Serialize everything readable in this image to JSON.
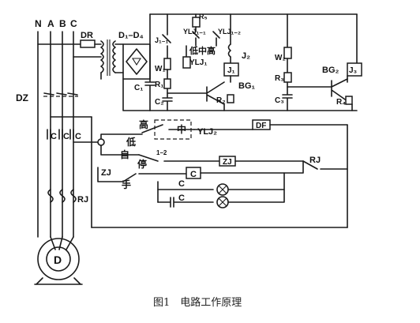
{
  "caption": "图1　电路工作原理",
  "labels": {
    "N": "N",
    "A": "A",
    "B": "B",
    "C": "C",
    "DR": "DR",
    "D1_D4": "D₁–D₄",
    "DZ": "DZ",
    "C1": "C₁",
    "C2": "C₂",
    "C3": "C₃",
    "W1": "W₁",
    "W2": "W₂",
    "R1": "R₁",
    "R2": "R₂",
    "R3": "R₃",
    "R4": "R₄",
    "R5": "R₅",
    "J1_1": "J₁₋₁",
    "J1": "J₁",
    "J2": "J₂",
    "J3": "J₃",
    "YLJ1_1": "YLJ₁₋₁",
    "YLJ1_2": "YLJ₁₋₂",
    "YLJ1": "YLJ₁",
    "YLJ2": "YLJ₂",
    "BG1": "BG₁",
    "BG2": "BG₂",
    "low_mid_high": "低中高",
    "high": "高",
    "mid": "中",
    "low": "低",
    "auto": "自",
    "stop": "停",
    "manual": "手",
    "J1_2": "1–2",
    "DF": "DF",
    "ZJ": "ZJ",
    "RJ": "RJ",
    "D": "D"
  }
}
